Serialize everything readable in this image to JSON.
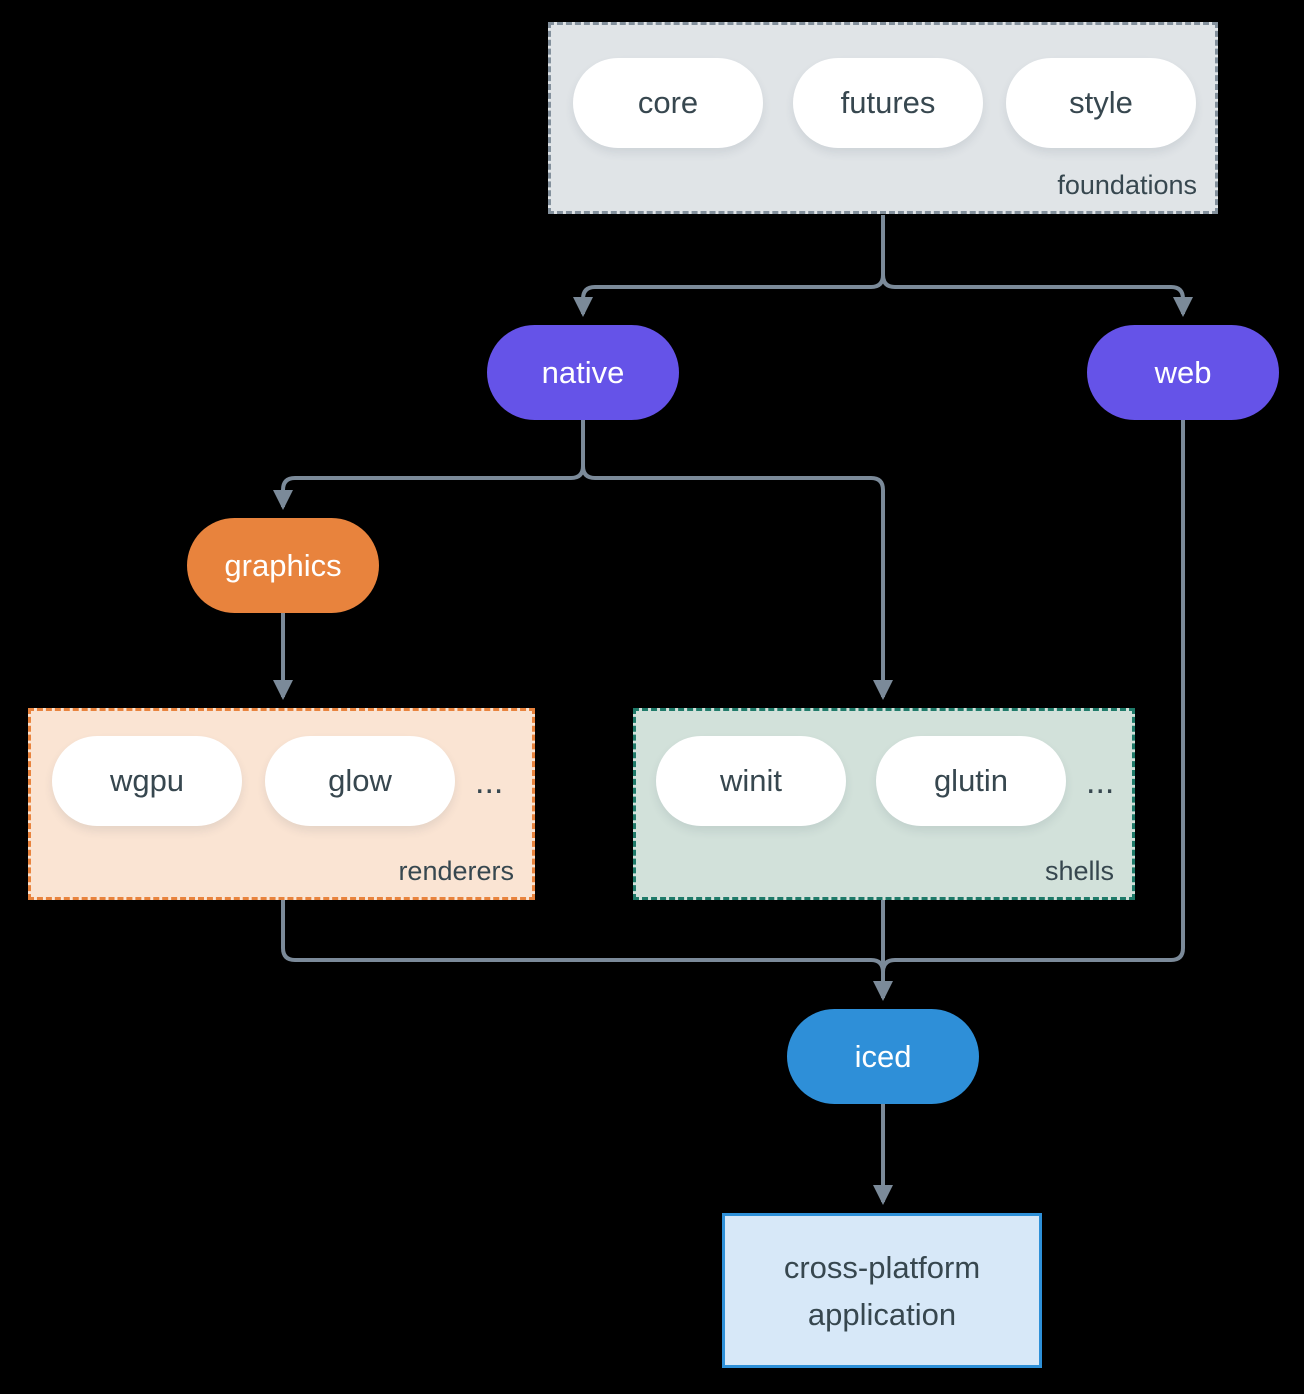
{
  "diagram": {
    "foundations": {
      "label": "foundations",
      "crates": [
        "core",
        "futures",
        "style"
      ]
    },
    "native": {
      "label": "native"
    },
    "web": {
      "label": "web"
    },
    "graphics": {
      "label": "graphics"
    },
    "renderers": {
      "label": "renderers",
      "crates": [
        "wgpu",
        "glow"
      ],
      "ellipsis": "..."
    },
    "shells": {
      "label": "shells",
      "crates": [
        "winit",
        "glutin"
      ],
      "ellipsis": "..."
    },
    "iced": {
      "label": "iced"
    },
    "application": {
      "label_line1": "cross-platform",
      "label_line2": "application"
    }
  },
  "colors": {
    "background": "#000000",
    "connector": "#7b8a99",
    "text_dark": "#37474f",
    "pill_white": "#ffffff",
    "purple": "#6553e8",
    "orange": "#e8833d",
    "blue": "#2e8fd8",
    "foundations_fill": "#e0e4e7",
    "foundations_border": "#83909c",
    "renderers_fill": "#fae4d3",
    "renderers_border": "#e8833d",
    "shells_fill": "#d2e1da",
    "shells_border": "#1f7a69",
    "app_fill": "#d7e8f8",
    "app_border": "#2e90d8"
  }
}
